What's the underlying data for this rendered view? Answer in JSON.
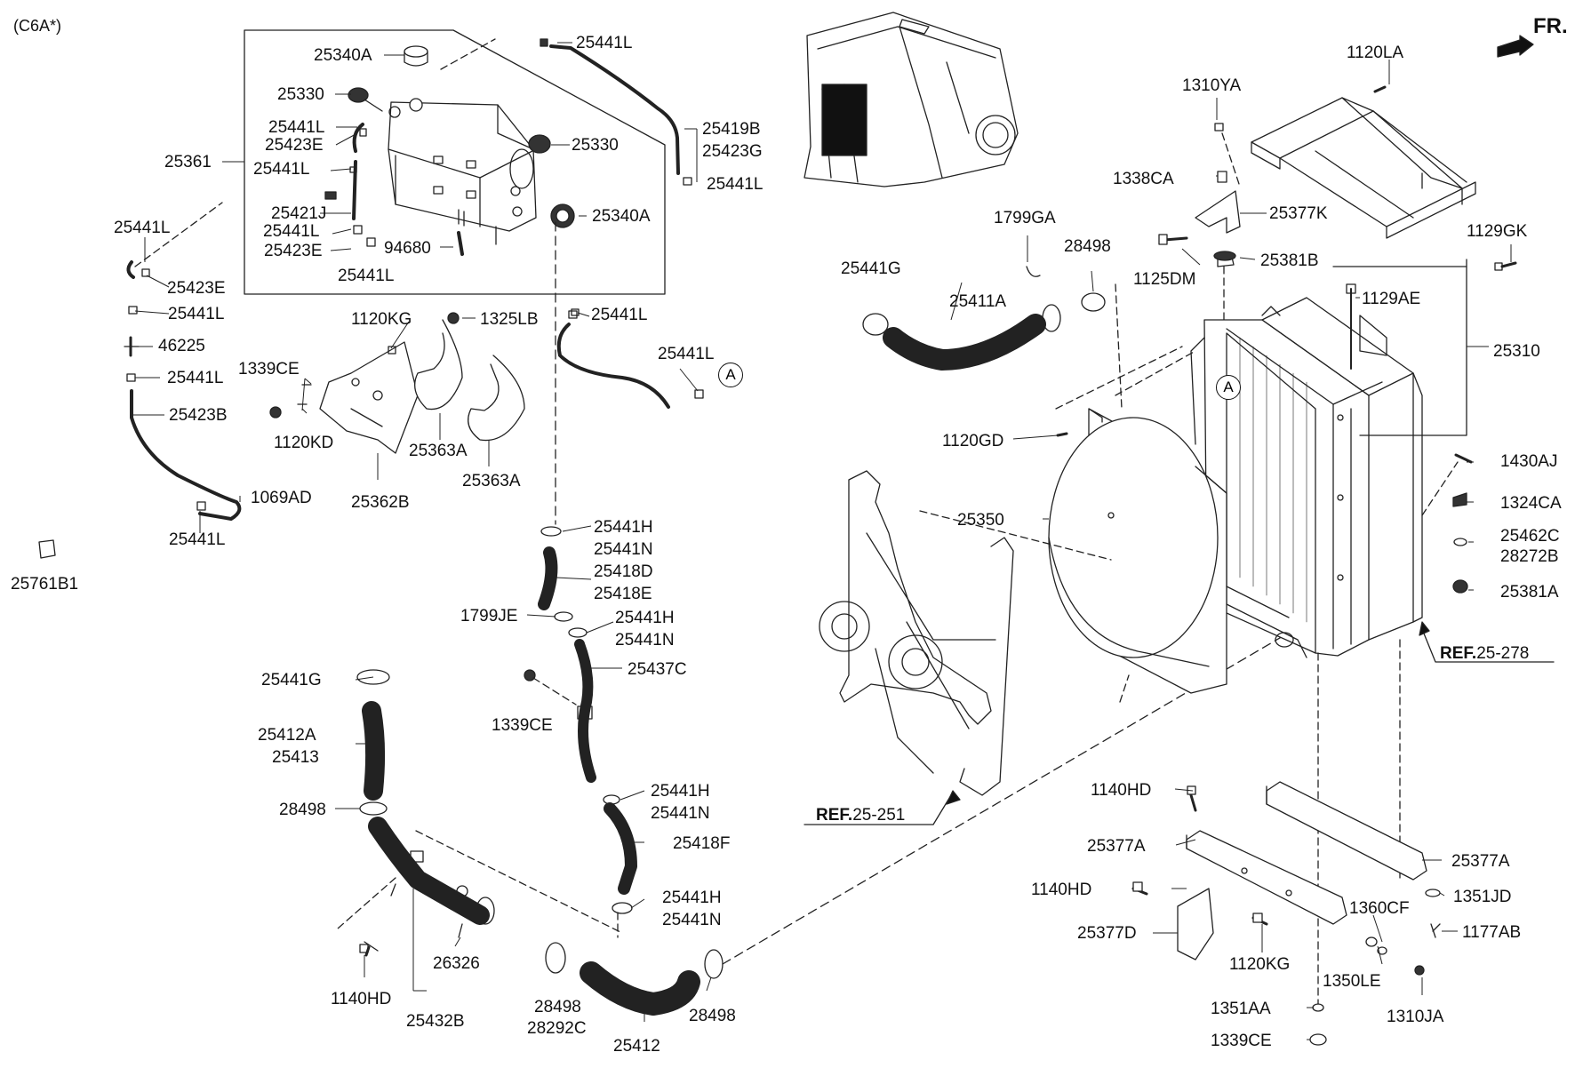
{
  "variant": "(C6A*)",
  "direction": "FR.",
  "marker": "A",
  "refs": [
    {
      "prefix": "REF.",
      "code": "25-278"
    },
    {
      "prefix": "REF.",
      "code": "25-251"
    }
  ],
  "labels": {
    "c6a": "(C6A*)",
    "p25340A_1": "25340A",
    "p25441L_1": "25441L",
    "p25330_1": "25330",
    "p25441L_2": "25441L",
    "p25423E_1": "25423E",
    "p25330_2": "25330",
    "p25419B": "25419B",
    "p25423G": "25423G",
    "p25361": "25361",
    "p25441L_3": "25441L",
    "p25441L_4": "25441L",
    "p25421J": "25421J",
    "p25340A_2": "25340A",
    "p25441L_5": "25441L",
    "p94680": "94680",
    "p25423E_2": "25423E",
    "p25441L_6": "25441L",
    "p25441L_7": "25441L",
    "p25423E_3": "25423E",
    "p25441L_8": "25441L",
    "p25441L_9": "25441L",
    "p1120KG_1": "1120KG",
    "p1325LB": "1325LB",
    "p46225": "46225",
    "p1339CE_1": "1339CE",
    "p25441L_10": "25441L",
    "p25441L_11": "25441L",
    "p25423B": "25423B",
    "p1120KD": "1120KD",
    "p25363A_1": "25363A",
    "p25363A_2": "25363A",
    "p1069AD": "1069AD",
    "p25362B": "25362B",
    "p25441L_12": "25441L",
    "p25761B1": "25761B1",
    "p25441H_1": "25441H",
    "p25441N_1": "25441N",
    "p25418D": "25418D",
    "p25418E": "25418E",
    "p1799JE": "1799JE",
    "p25441H_2": "25441H",
    "p25441N_2": "25441N",
    "p25441G_1": "25441G",
    "p25437C": "25437C",
    "p25412A": "25412A",
    "p25413": "25413",
    "p1339CE_2": "1339CE",
    "p25441H_3": "25441H",
    "p25441N_3": "25441N",
    "p28498_1": "28498",
    "p25418F": "25418F",
    "p25441H_4": "25441H",
    "p25441N_4": "25441N",
    "p26326": "26326",
    "p28498_2": "28498",
    "p28292C": "28292C",
    "p28498_3": "28498",
    "p1140HD_1": "1140HD",
    "p25432B": "25432B",
    "p25412": "25412",
    "p1120LA": "1120LA",
    "p1310YA": "1310YA",
    "p1338CA": "1338CA",
    "p25377K": "25377K",
    "p1799GA": "1799GA",
    "p28498_4": "28498",
    "p25441G_2": "25441G",
    "p1129GK": "1129GK",
    "p1125DM": "1125DM",
    "p25381B": "25381B",
    "p25411A": "25411A",
    "p1129AE": "1129AE",
    "p25310": "25310",
    "p1120GD": "1120GD",
    "p1430AJ": "1430AJ",
    "p1324CA": "1324CA",
    "p25350": "25350",
    "p25462C": "25462C",
    "p28272B": "28272B",
    "p25381A": "25381A",
    "p1140HD_2": "1140HD",
    "p25377A_1": "25377A",
    "p25377A_2": "25377A",
    "p1140HD_3": "1140HD",
    "p1351JD": "1351JD",
    "p1360CF": "1360CF",
    "p1177AB": "1177AB",
    "p25377D": "25377D",
    "p1120KG_2": "1120KG",
    "p1350LE": "1350LE",
    "p1351AA": "1351AA",
    "p1310JA": "1310JA",
    "p1339CE_3": "1339CE"
  }
}
